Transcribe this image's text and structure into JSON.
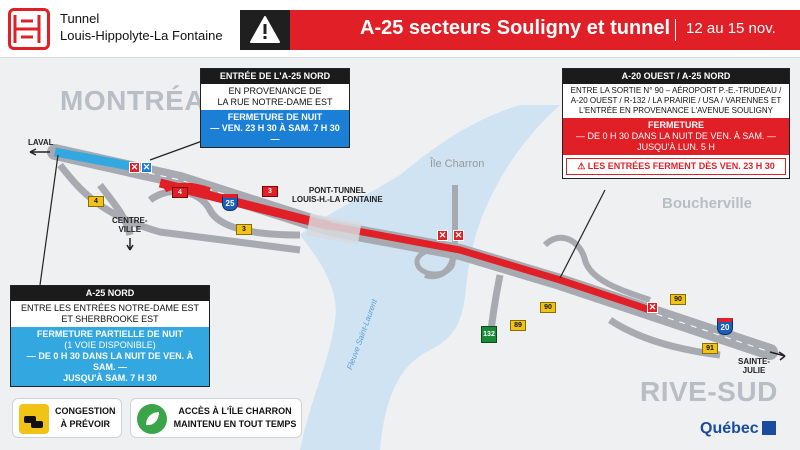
{
  "header": {
    "logo_line1": "Tunnel",
    "logo_line2": "Louis-Hippolyte-La Fontaine",
    "title": "A-25 secteurs Souligny et tunnel",
    "date": "12 au 15 nov."
  },
  "cities": {
    "montreal": "MONTRÉAL",
    "boucherville": "Boucherville",
    "rive_sud": "RIVE-SUD",
    "ile_charron": "Île Charron"
  },
  "places": {
    "laval": "LAVAL",
    "centre_ville_1": "CENTRE-",
    "centre_ville_2": "VILLE",
    "sainte_julie_1": "SAINTE-",
    "sainte_julie_2": "JULIE",
    "pont_tunnel_1": "PONT-TUNNEL",
    "pont_tunnel_2": "LOUIS-H.-LA FONTAINE",
    "river": "Fleuve Saint-Laurent"
  },
  "box_notre_dame": {
    "head": "ENTRÉE DE L'A-25 NORD",
    "line1": "EN PROVENANCE DE",
    "line2": "LA RUE NOTRE-DAME EST",
    "bar1": "FERMETURE DE NUIT",
    "bar2": "— VEN. 23 H 30 À SAM. 7 H 30 —"
  },
  "box_a20": {
    "head": "A-20 OUEST / A-25 NORD",
    "line1": "ENTRE LA SORTIE N° 90 – AÉROPORT P.-E.-TRUDEAU /",
    "line2": "A-20 OUEST / R-132 / LA PRAIRIE / USA / VARENNES ET",
    "line3": "L'ENTRÉE EN PROVENANCE L'AVENUE SOULIGNY",
    "bar1": "FERMETURE",
    "bar2": "— DE 0 H 30 DANS LA NUIT DE VEN. À SAM. —",
    "bar3": "JUSQU'À LUN. 5 H",
    "warn": "LES ENTRÉES FERMENT DÈS VEN. 23 H 30"
  },
  "box_a25": {
    "head": "A-25 NORD",
    "line1": "ENTRE LES ENTRÉES NOTRE-DAME EST",
    "line2": "ET SHERBROOKE EST",
    "bar1": "FERMETURE PARTIELLE DE NUIT",
    "bar2": "(1 VOIE DISPONIBLE)",
    "bar3": "— DE 0 H 30 DANS LA NUIT DE VEN. À SAM. —",
    "bar4": "JUSQU'À SAM. 7 H 30"
  },
  "legend": {
    "congestion_1": "CONGESTION",
    "congestion_2": "À PRÉVOIR",
    "acces_1": "ACCÈS À L'ÎLE CHARRON",
    "acces_2": "MAINTENU EN TOUT TEMPS"
  },
  "shields": {
    "a25": "25",
    "a20": "20",
    "r132": "132",
    "exit4a": "4",
    "exit4b": "4",
    "exit3a": "3",
    "exit3b": "3",
    "exit90a": "90",
    "exit90b": "90",
    "exit89": "89",
    "exit91": "91"
  },
  "quebec": "Québec",
  "colors": {
    "closure_red": "#e01f26",
    "partial_blue": "#33a8e0",
    "road_gray": "#a7abb1",
    "river": "#cfe3f2"
  }
}
